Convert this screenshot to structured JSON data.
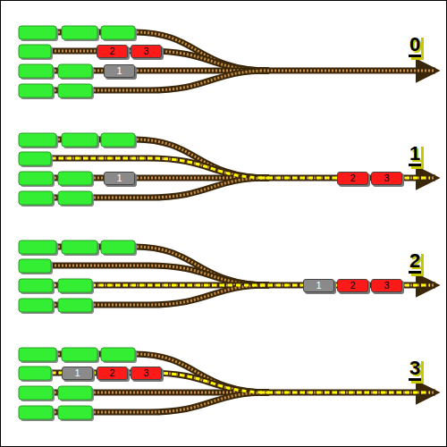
{
  "diagram": {
    "nodes": [
      {
        "text": [
          "2"
        ]
      },
      {
        "text": [
          "3"
        ]
      },
      {
        "text": [
          "1"
        ]
      },
      {
        "text": [
          "1"
        ]
      },
      {
        "text": [
          "2"
        ]
      },
      {
        "text": [
          "3"
        ]
      },
      {
        "text": [
          "1"
        ]
      },
      {
        "text": [
          "2"
        ]
      },
      {
        "text": [
          "3"
        ]
      },
      {
        "text": [
          "1"
        ]
      },
      {
        "text": [
          "2"
        ]
      },
      {
        "text": [
          "3"
        ]
      }
    ],
    "labels": [
      "0",
      "1",
      "2",
      "3"
    ]
  }
}
